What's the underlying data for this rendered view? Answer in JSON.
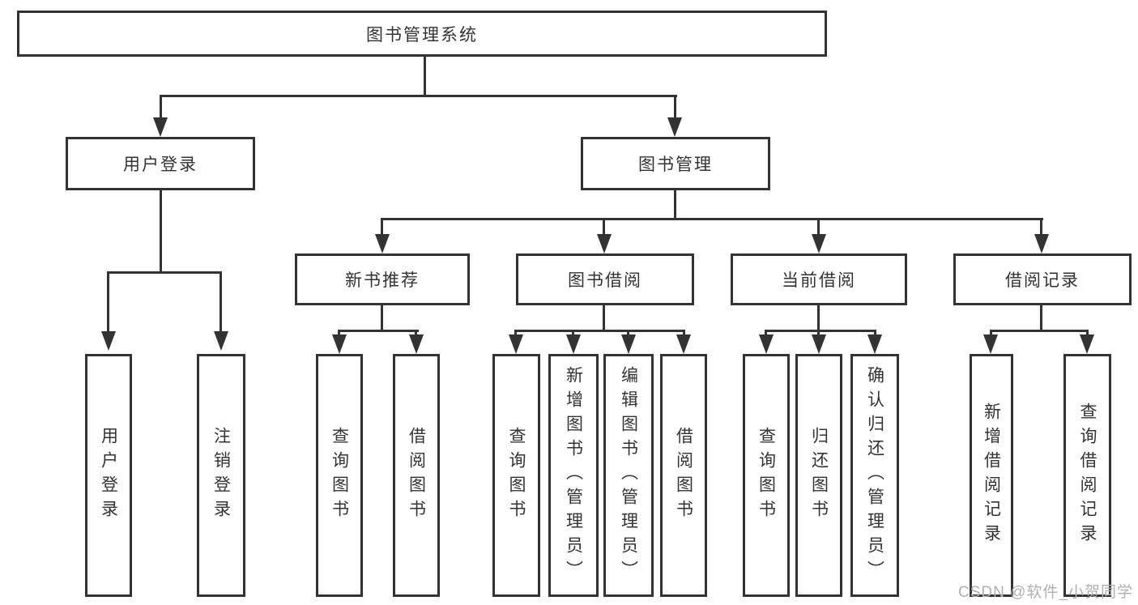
{
  "title": "图书管理系统",
  "nodes": {
    "root": "图书管理系统",
    "user_login": "用户登录",
    "book_management": "图书管理",
    "new_book_recommend": "新书推荐",
    "book_borrowing": "图书借阅",
    "current_borrowing": "当前借阅",
    "borrowing_records": "借阅记录",
    "leaf_user_login": "用户登录",
    "leaf_logout": "注销登录",
    "recommend_query_books": "查询图书",
    "recommend_borrow_books": "借阅图书",
    "borrowing_query_books": "查询图书",
    "borrowing_add_books": "新增图书（管理员）",
    "borrowing_edit_books": "编辑图书（管理员）",
    "borrowing_borrow_books": "借阅图书",
    "current_query_books": "查询图书",
    "current_return_books": "归还图书",
    "current_confirm_return": "确认归还（管理员）",
    "records_add_record": "新增借阅记录",
    "records_query_record": "查询借阅记录"
  },
  "hierarchy": {
    "图书管理系统": {
      "用户登录": [
        "用户登录",
        "注销登录"
      ],
      "图书管理": {
        "新书推荐": [
          "查询图书",
          "借阅图书"
        ],
        "图书借阅": [
          "查询图书",
          "新增图书（管理员）",
          "编辑图书（管理员）",
          "借阅图书"
        ],
        "当前借阅": [
          "查询图书",
          "归还图书",
          "确认归还（管理员）"
        ],
        "借阅记录": [
          "新增借阅记录",
          "查询借阅记录"
        ]
      }
    }
  },
  "watermark": "CSDN @软件_小贺同学",
  "colors": {
    "line": "#333333",
    "text": "#333333",
    "box_background": "#ffffff",
    "page_background": "#ffffff",
    "watermark": "#b0b0b0"
  }
}
